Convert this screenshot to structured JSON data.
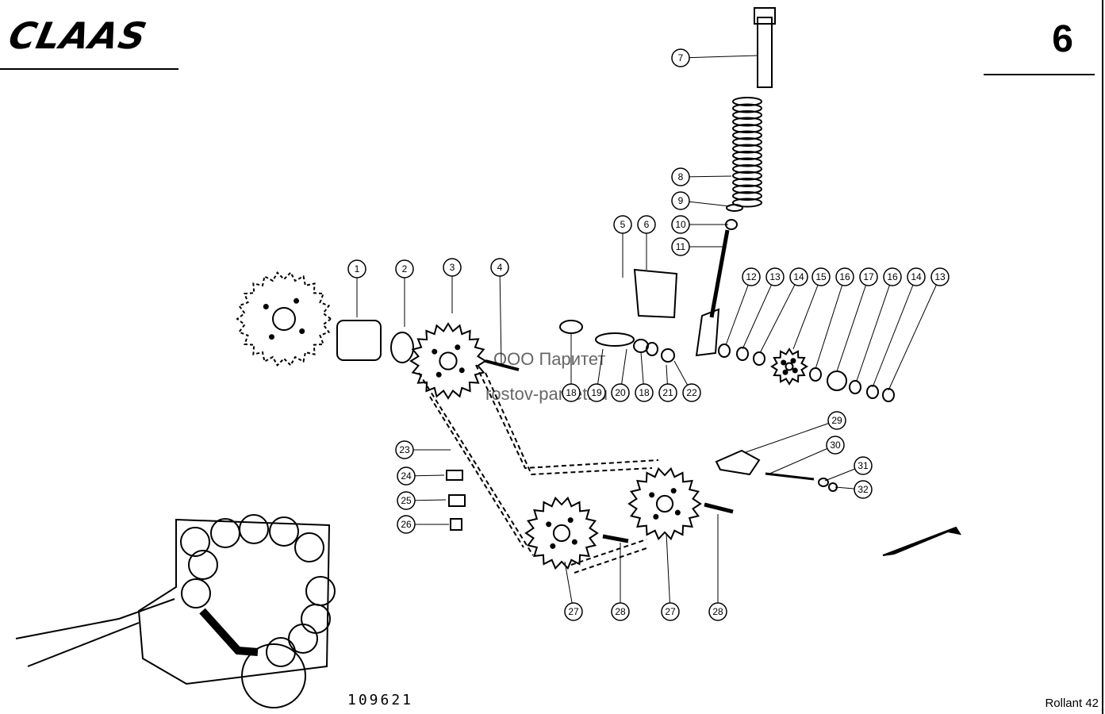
{
  "header": {
    "brand_logo": "CLAAS",
    "page_number": "6"
  },
  "footer": {
    "doc_number": "109621",
    "model": "Rollant 42"
  },
  "watermark": {
    "line1": "ООО Паритет",
    "line2": "rostov-paritet.ru"
  },
  "callouts": [
    "1",
    "2",
    "3",
    "4",
    "5",
    "6",
    "7",
    "8",
    "9",
    "10",
    "11",
    "12",
    "13",
    "14",
    "15",
    "16",
    "17",
    "16",
    "14",
    "13",
    "18",
    "19",
    "20",
    "18",
    "21",
    "22",
    "23",
    "24",
    "25",
    "26",
    "27",
    "28",
    "27",
    "28",
    "29",
    "30",
    "31",
    "32"
  ],
  "colors": {
    "ink": "#000000",
    "paper": "#ffffff"
  }
}
